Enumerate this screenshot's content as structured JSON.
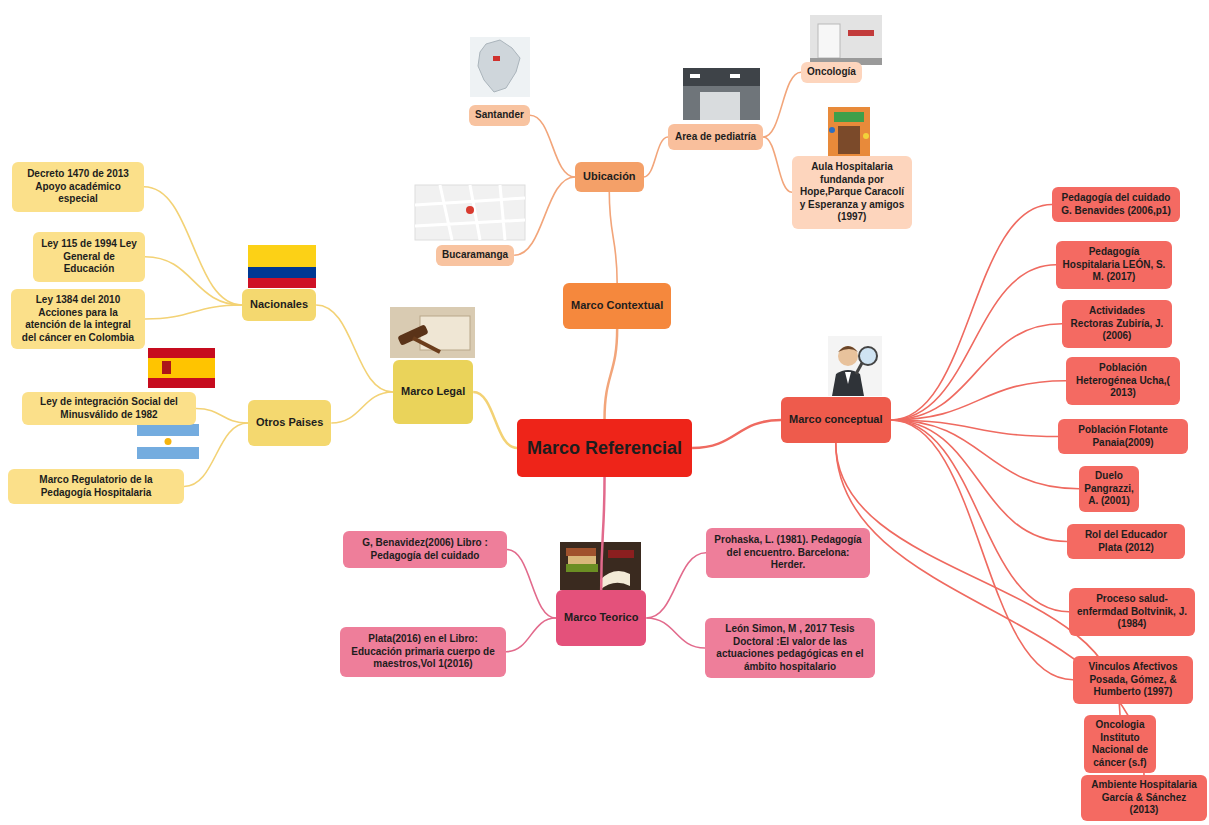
{
  "diagram": {
    "nodes": [
      {
        "text": [
          "Marco Referencial"
        ]
      },
      {
        "text": [
          "Marco Contextual"
        ]
      },
      {
        "text": [
          "Ubicación"
        ]
      },
      {
        "text": [
          "Santander"
        ]
      },
      {
        "text": [
          "Bucaramanga"
        ]
      },
      {
        "text": [
          "Area de pediatría"
        ]
      },
      {
        "text": [
          "Oncología"
        ]
      },
      {
        "text": [
          "Aula Hospitalaria fundanda por Hope,Parque Caracolí y Esperanza y amigos (1997)"
        ]
      },
      {
        "text": [
          "Marco Legal"
        ]
      },
      {
        "text": [
          "Nacionales"
        ]
      },
      {
        "text": [
          "Decreto 1470 de 2013 Apoyo académico especial"
        ]
      },
      {
        "text": [
          "Ley 115 de 1994 Ley General de Educación"
        ]
      },
      {
        "text": [
          "Ley 1384 del 2010 Acciones para la atención de la integral del cáncer en Colombia"
        ]
      },
      {
        "text": [
          "Otros Paises"
        ]
      },
      {
        "text": [
          "Ley de integración Social del Minusválido de 1982"
        ]
      },
      {
        "text": [
          "Marco Regulatorio de la Pedagogía Hospitalaria"
        ]
      },
      {
        "text": [
          "Marco conceptual"
        ]
      },
      {
        "text": [
          "Pedagogía del cuidado G. Benavides (2006,p1)"
        ]
      },
      {
        "text": [
          "Pedagogía Hospitalaria LEÓN, S. M. (2017)"
        ]
      },
      {
        "text": [
          "Actividades Rectoras Zubiría, J. (2006)"
        ]
      },
      {
        "text": [
          "Población Heterogénea Ucha,( 2013)"
        ]
      },
      {
        "text": [
          "Población Flotante Panaia(2009)"
        ]
      },
      {
        "text": [
          "Duelo Pangrazzi, A. (2001)"
        ]
      },
      {
        "text": [
          "Rol del Educador Plata (2012)"
        ]
      },
      {
        "text": [
          "Proceso salud-enfermdad Boltvinik, J. (1984)"
        ]
      },
      {
        "text": [
          "Vinculos Afectivos Posada, Gómez, & Humberto (1997)"
        ]
      },
      {
        "text": [
          "Oncologia Instituto Nacional de cáncer (s.f)"
        ]
      },
      {
        "text": [
          "Ambiente Hospitalaria García & Sánchez (2013)"
        ]
      },
      {
        "text": [
          "Marco Teorico"
        ]
      },
      {
        "text": [
          "G, Benavidez(2006) Libro : Pedagogía del cuidado"
        ]
      },
      {
        "text": [
          "Plata(2016) en el Libro: Educación primaria cuerpo de maestros,Vol 1(2016)"
        ]
      },
      {
        "text": [
          "Prohaska, L. (1981). Pedagogía del encuentro. Barcelona: Herder."
        ]
      },
      {
        "text": [
          "León Simon, M , 2017 Tesis Doctoral :El valor de las actuaciones pedagógicas en el ámbito hospitalario"
        ]
      }
    ],
    "edges": [
      {
        "from": 0,
        "to": 1,
        "arrow": "none"
      },
      {
        "from": 1,
        "to": 2,
        "arrow": "none"
      },
      {
        "from": 2,
        "to": 3,
        "arrow": "none"
      },
      {
        "from": 2,
        "to": 4,
        "arrow": "none"
      },
      {
        "from": 2,
        "to": 5,
        "arrow": "none"
      },
      {
        "from": 5,
        "to": 6,
        "arrow": "none"
      },
      {
        "from": 5,
        "to": 7,
        "arrow": "none"
      },
      {
        "from": 0,
        "to": 8,
        "arrow": "none"
      },
      {
        "from": 8,
        "to": 9,
        "arrow": "none"
      },
      {
        "from": 9,
        "to": 10,
        "arrow": "none"
      },
      {
        "from": 9,
        "to": 11,
        "arrow": "none"
      },
      {
        "from": 9,
        "to": 12,
        "arrow": "none"
      },
      {
        "from": 8,
        "to": 13,
        "arrow": "none"
      },
      {
        "from": 13,
        "to": 14,
        "arrow": "none"
      },
      {
        "from": 13,
        "to": 15,
        "arrow": "none"
      },
      {
        "from": 0,
        "to": 16,
        "arrow": "none"
      },
      {
        "from": 16,
        "to": 17,
        "arrow": "none"
      },
      {
        "from": 16,
        "to": 18,
        "arrow": "none"
      },
      {
        "from": 16,
        "to": 19,
        "arrow": "none"
      },
      {
        "from": 16,
        "to": 20,
        "arrow": "none"
      },
      {
        "from": 16,
        "to": 21,
        "arrow": "none"
      },
      {
        "from": 16,
        "to": 22,
        "arrow": "none"
      },
      {
        "from": 16,
        "to": 23,
        "arrow": "none"
      },
      {
        "from": 16,
        "to": 24,
        "arrow": "none"
      },
      {
        "from": 16,
        "to": 25,
        "arrow": "none"
      },
      {
        "from": 16,
        "to": 26,
        "arrow": "none"
      },
      {
        "from": 16,
        "to": 27,
        "arrow": "none"
      },
      {
        "from": 0,
        "to": 28,
        "arrow": "none"
      },
      {
        "from": 28,
        "to": 29,
        "arrow": "none"
      },
      {
        "from": 28,
        "to": 30,
        "arrow": "none"
      },
      {
        "from": 28,
        "to": 31,
        "arrow": "none"
      },
      {
        "from": 28,
        "to": 32,
        "arrow": "none"
      }
    ]
  }
}
